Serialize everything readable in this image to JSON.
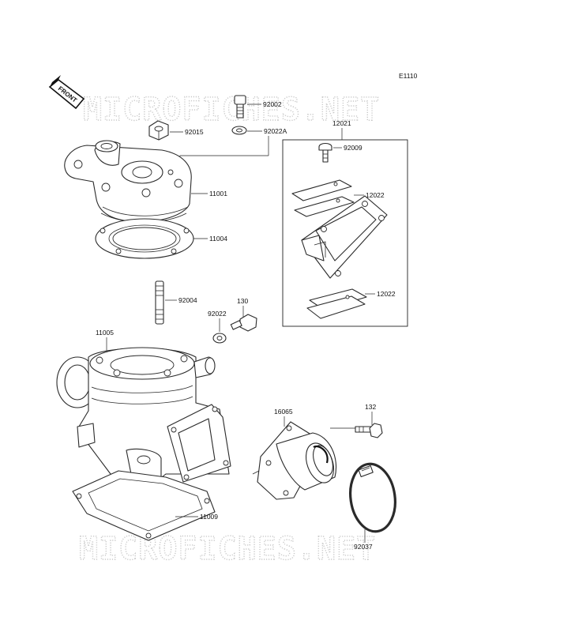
{
  "diagram": {
    "code": "E1110",
    "front_label": "FRONT",
    "watermark": "MICROFICHES.NET",
    "parts": {
      "p92002": "92002",
      "p92015": "92015",
      "p92022A": "92022A",
      "p11001": "11001",
      "p11004": "11004",
      "p12021": "12021",
      "p92009": "92009",
      "p12022a": "12022",
      "p12022b": "12022",
      "p92004": "92004",
      "p130": "130",
      "p92022": "92022",
      "p11005": "11005",
      "p16065": "16065",
      "p132": "132",
      "p11009": "11009",
      "p92037": "92037"
    }
  }
}
